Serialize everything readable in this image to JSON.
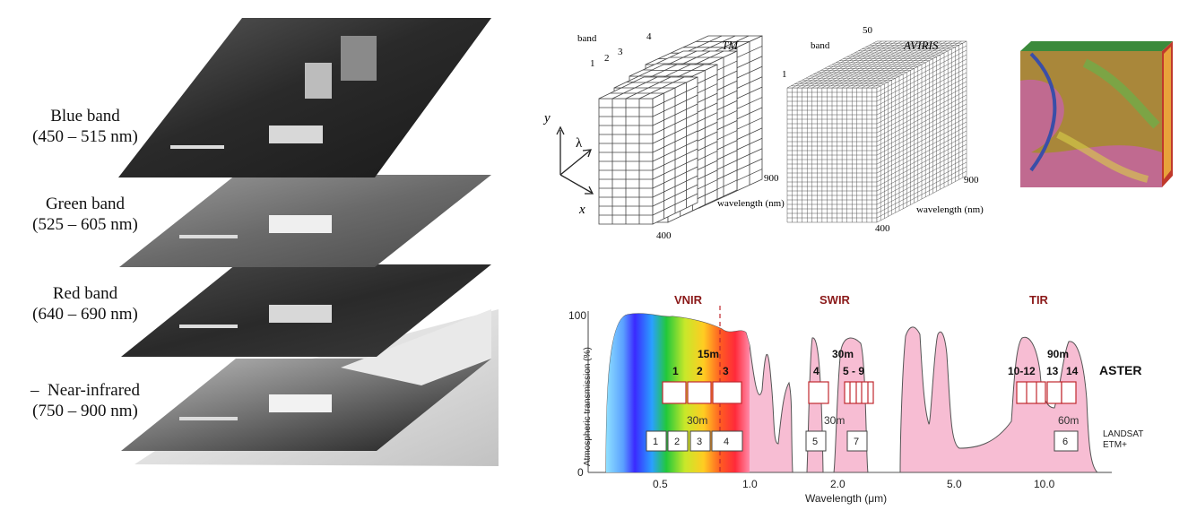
{
  "stack": {
    "bands": [
      {
        "name": "Blue band",
        "range": "(450 – 515  nm)",
        "prefix": ""
      },
      {
        "name": "Green band",
        "range": "(525 – 605  nm)",
        "prefix": ""
      },
      {
        "name": "Red band",
        "range": "(640 – 690  nm)",
        "prefix": ""
      },
      {
        "name": "Near-infrared",
        "range": "(750 – 900  nm)",
        "prefix": "–"
      }
    ]
  },
  "cubes": {
    "tm": {
      "title": "TM",
      "band_label": "band",
      "band_numbers": [
        "1",
        "2",
        "3",
        "4"
      ],
      "wl_start": "400",
      "wl_end": "900",
      "wl_label": "wavelength (nm)"
    },
    "aviris": {
      "title": "AVIRIS",
      "band_label": "band",
      "band_start": "1",
      "band_end": "50",
      "wl_start": "400",
      "wl_end": "900",
      "wl_label": "wavelength (nm)"
    },
    "axes": {
      "y": "y",
      "lambda": "λ",
      "x": "x"
    }
  },
  "spectrum": {
    "y_axis_label": "Atmospheric transmission (%)",
    "y_ticks": [
      "100",
      "0"
    ],
    "x_axis_label": "Wavelength (μm)",
    "x_ticks": [
      "0.5",
      "1.0",
      "2.0",
      "5.0",
      "10.0"
    ],
    "regions": [
      "VNIR",
      "SWIR",
      "TIR"
    ],
    "aster_label": "ASTER",
    "aster_res": [
      "15m",
      "30m",
      "90m"
    ],
    "aster_bands": [
      "1",
      "2",
      "3",
      "4",
      "5 - 9",
      "10-12",
      "13",
      "14"
    ],
    "landsat_label_1": "LANDSAT",
    "landsat_label_2": "ETM+",
    "landsat_res": [
      "30m",
      "30m",
      "60m"
    ],
    "landsat_bands": [
      "1",
      "2",
      "3",
      "4",
      "5",
      "7",
      "6"
    ],
    "colors": {
      "fill": "#f7bdd3",
      "aster_box": "#c0282e",
      "region_title": "#8b1a1a"
    }
  }
}
